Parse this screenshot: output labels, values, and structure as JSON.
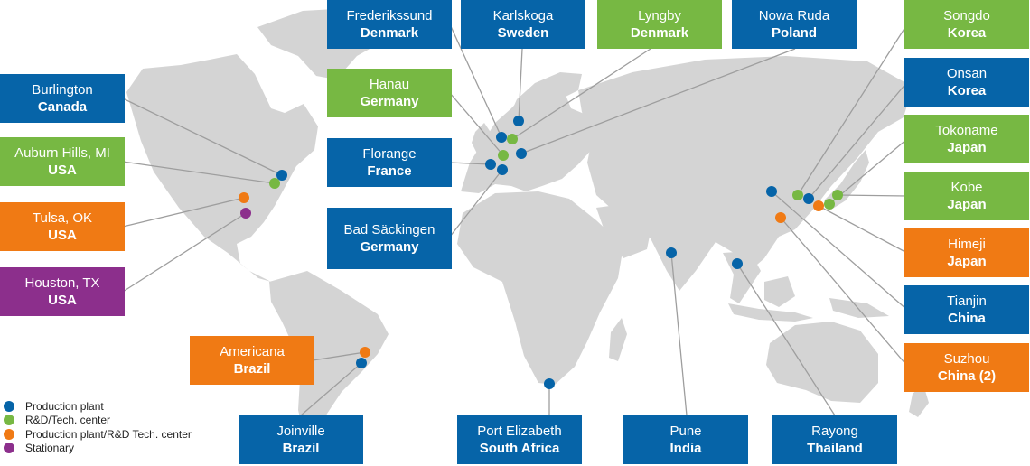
{
  "colors": {
    "production": "#0664A8",
    "rnd": "#77B843",
    "both": "#F07A14",
    "stationary": "#8C2F8C",
    "land": "#D4D4D4",
    "leader": "#9E9E9E"
  },
  "legend": [
    {
      "label": "Production plant",
      "type": "production"
    },
    {
      "label": "R&D/Tech. center",
      "type": "rnd"
    },
    {
      "label": "Production plant/R&D Tech. center",
      "type": "both"
    },
    {
      "label": "Stationary",
      "type": "stationary"
    }
  ],
  "sites": [
    {
      "id": "frederikssund",
      "city": "Frederikssund",
      "country": "Denmark",
      "type": "production"
    },
    {
      "id": "karlskoga",
      "city": "Karlskoga",
      "country": "Sweden",
      "type": "production"
    },
    {
      "id": "lyngby",
      "city": "Lyngby",
      "country": "Denmark",
      "type": "rnd"
    },
    {
      "id": "nowa-ruda",
      "city": "Nowa Ruda",
      "country": "Poland",
      "type": "production"
    },
    {
      "id": "songdo",
      "city": "Songdo",
      "country": "Korea",
      "type": "rnd"
    },
    {
      "id": "burlington",
      "city": "Burlington",
      "country": "Canada",
      "type": "production"
    },
    {
      "id": "hanau",
      "city": "Hanau",
      "country": "Germany",
      "type": "rnd"
    },
    {
      "id": "onsan",
      "city": "Onsan",
      "country": "Korea",
      "type": "production"
    },
    {
      "id": "auburn-hills",
      "city": "Auburn Hills, MI",
      "country": "USA",
      "type": "rnd"
    },
    {
      "id": "florange",
      "city": "Florange",
      "country": "France",
      "type": "production"
    },
    {
      "id": "tokoname",
      "city": "Tokoname",
      "country": "Japan",
      "type": "rnd"
    },
    {
      "id": "tulsa",
      "city": "Tulsa, OK",
      "country": "USA",
      "type": "both"
    },
    {
      "id": "bad-saeckingen",
      "city": "Bad Säckingen",
      "country": "Germany",
      "type": "production"
    },
    {
      "id": "kobe",
      "city": "Kobe",
      "country": "Japan",
      "type": "rnd"
    },
    {
      "id": "himeji",
      "city": "Himeji",
      "country": "Japan",
      "type": "both"
    },
    {
      "id": "houston",
      "city": "Houston, TX",
      "country": "USA",
      "type": "stationary"
    },
    {
      "id": "tianjin",
      "city": "Tianjin",
      "country": "China",
      "type": "production"
    },
    {
      "id": "americana",
      "city": "Americana",
      "country": "Brazil",
      "type": "both"
    },
    {
      "id": "suzhou",
      "city": "Suzhou",
      "country": "China (2)",
      "type": "both"
    },
    {
      "id": "joinville",
      "city": "Joinville",
      "country": "Brazil",
      "type": "production"
    },
    {
      "id": "port-elizabeth",
      "city": "Port Elizabeth",
      "country": "South Africa",
      "type": "production"
    },
    {
      "id": "pune",
      "city": "Pune",
      "country": "India",
      "type": "production"
    },
    {
      "id": "rayong",
      "city": "Rayong",
      "country": "Thailand",
      "type": "production"
    }
  ]
}
